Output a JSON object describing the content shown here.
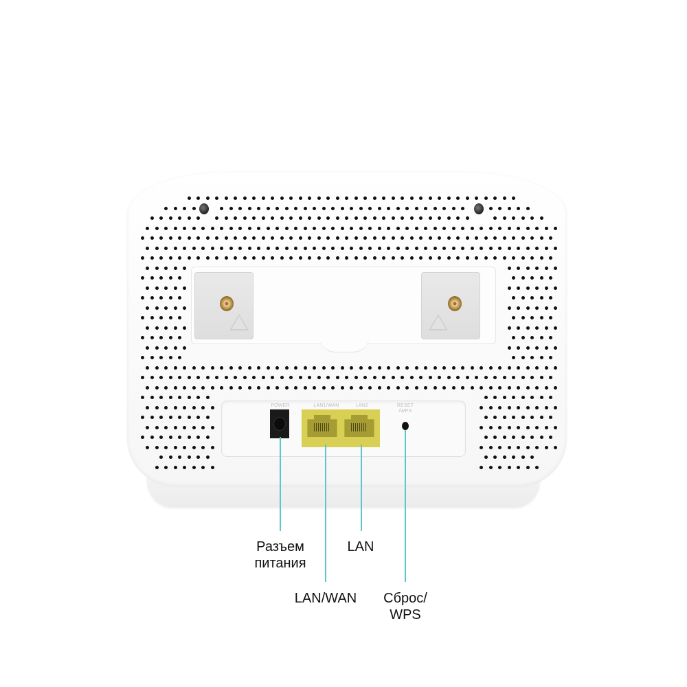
{
  "diagram": {
    "subject": "Router rear panel",
    "accent_color": "#5cc6cc",
    "port_color": "#d8cf55",
    "device_port_labels": {
      "power": "POWER",
      "lan1_wan": "LAN1/WAN",
      "lan2": "LAN2",
      "reset_line1": "RESET",
      "reset_line2": "/WPS"
    },
    "callouts": [
      {
        "id": "power",
        "line1": "Разъем",
        "line2": "питания"
      },
      {
        "id": "lan",
        "line1": "LAN",
        "line2": ""
      },
      {
        "id": "lan_wan",
        "line1": "LAN/WAN",
        "line2": ""
      },
      {
        "id": "reset",
        "line1": "Сброс/",
        "line2": "WPS"
      }
    ],
    "icons": [
      "antenna-connector-icon",
      "hot-surface-warning-icon",
      "screw-hole-icon"
    ]
  }
}
